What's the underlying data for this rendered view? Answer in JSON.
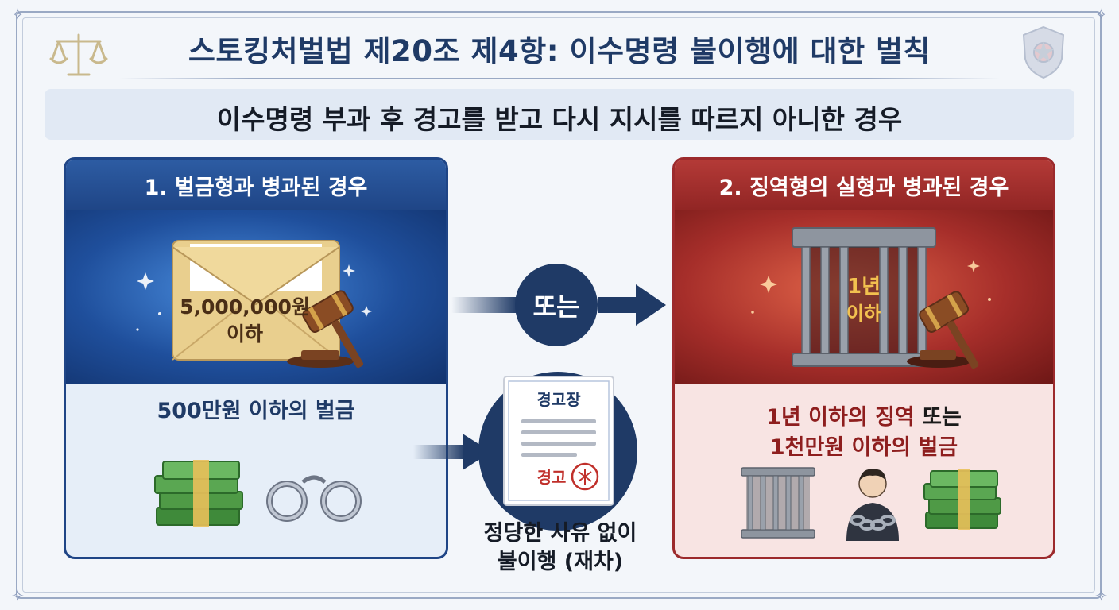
{
  "title": "스토킹처벌법 제20조 제4항: 이수명령 불이행에 대한 벌칙",
  "subtitle": "이수명령 부과 후 경고를 받고 다시 지시를 따르지 아니한 경우",
  "left_card": {
    "header": "1. 벌금형과 병과된 경우",
    "envelope_amount": "5,000,000원",
    "envelope_limit": "이하",
    "description": "500만원 이하의 벌금"
  },
  "right_card": {
    "header": "2. 징역형의 실형과 병과된 경우",
    "jail_term": "1년",
    "jail_limit": "이하",
    "description_main": "1년 이하의 징역",
    "description_or": "또는",
    "description_line2": "1천만원 이하의 벌금"
  },
  "connector": {
    "or_label": "또는"
  },
  "warning": {
    "doc_title": "경고장",
    "stamp_label": "경고",
    "caption_line1": "정당한 사유 없이",
    "caption_line2": "불이행 (재차)"
  },
  "colors": {
    "navy": "#1f3a66",
    "blue_accent": "#1f4586",
    "red_accent": "#9c2a2c",
    "money_green": "#3f8a3a"
  },
  "icons": [
    "scales-icon",
    "police-emblem-icon",
    "envelope-icon",
    "gavel-icon",
    "money-stack-icon",
    "handcuffs-icon",
    "jail-bars-icon",
    "chained-person-icon",
    "arrow-right-icon",
    "warning-document-icon"
  ]
}
